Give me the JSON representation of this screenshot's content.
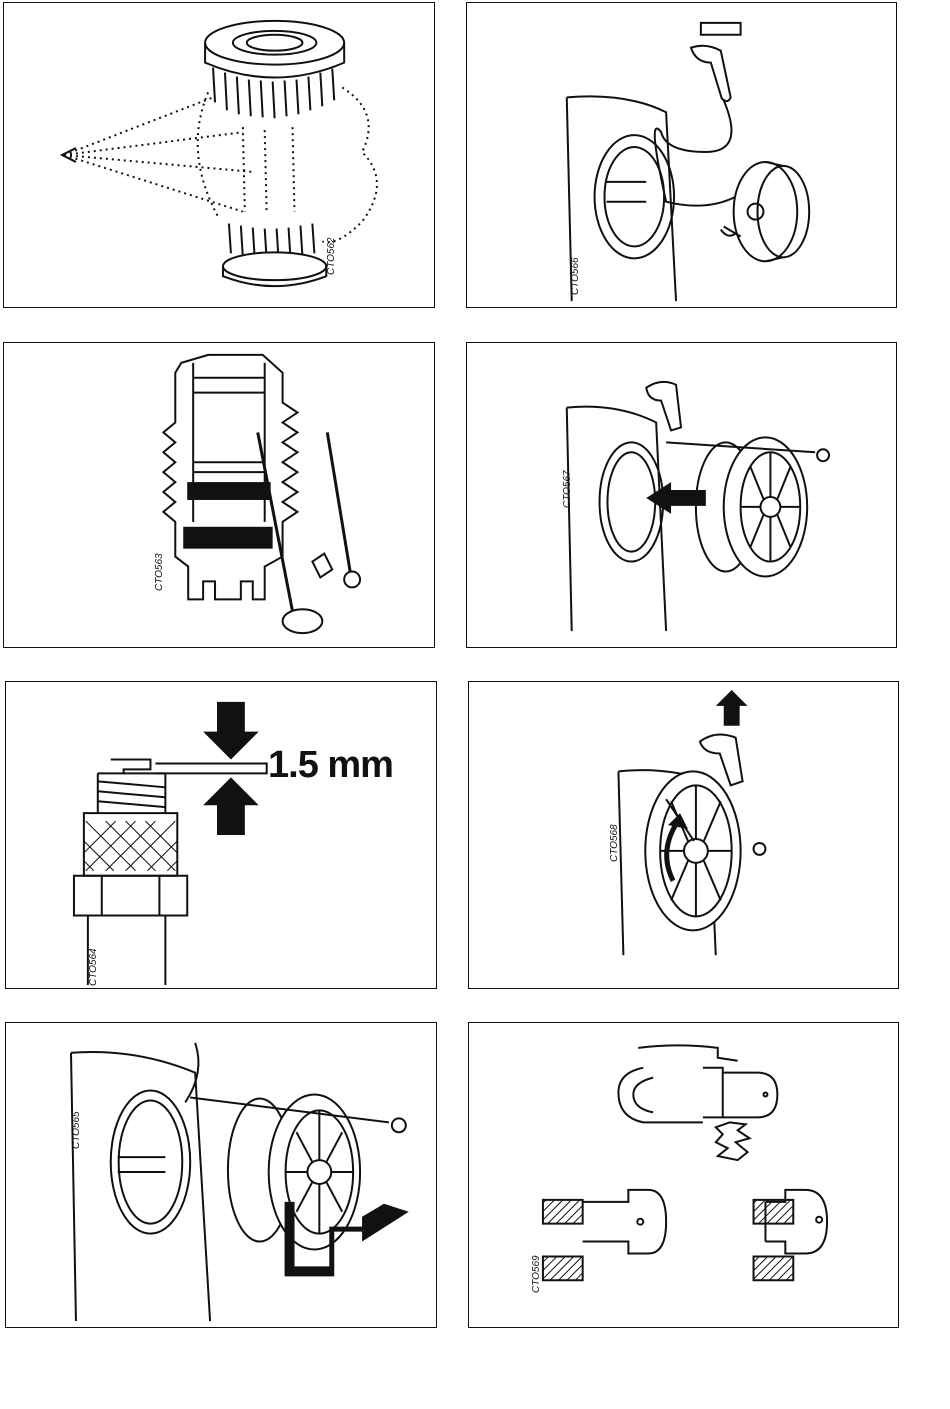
{
  "panels": [
    {
      "id": "p1",
      "code": "CTO562"
    },
    {
      "id": "p2",
      "code": "CTO566"
    },
    {
      "id": "p3",
      "code": "CTO563"
    },
    {
      "id": "p4",
      "code": "CTO567"
    },
    {
      "id": "p5",
      "code": "CTO564",
      "measurement": "1.5 mm"
    },
    {
      "id": "p6",
      "code": "CTO568"
    },
    {
      "id": "p7",
      "code": "CTO565"
    },
    {
      "id": "p8",
      "code": "CTO569"
    }
  ]
}
